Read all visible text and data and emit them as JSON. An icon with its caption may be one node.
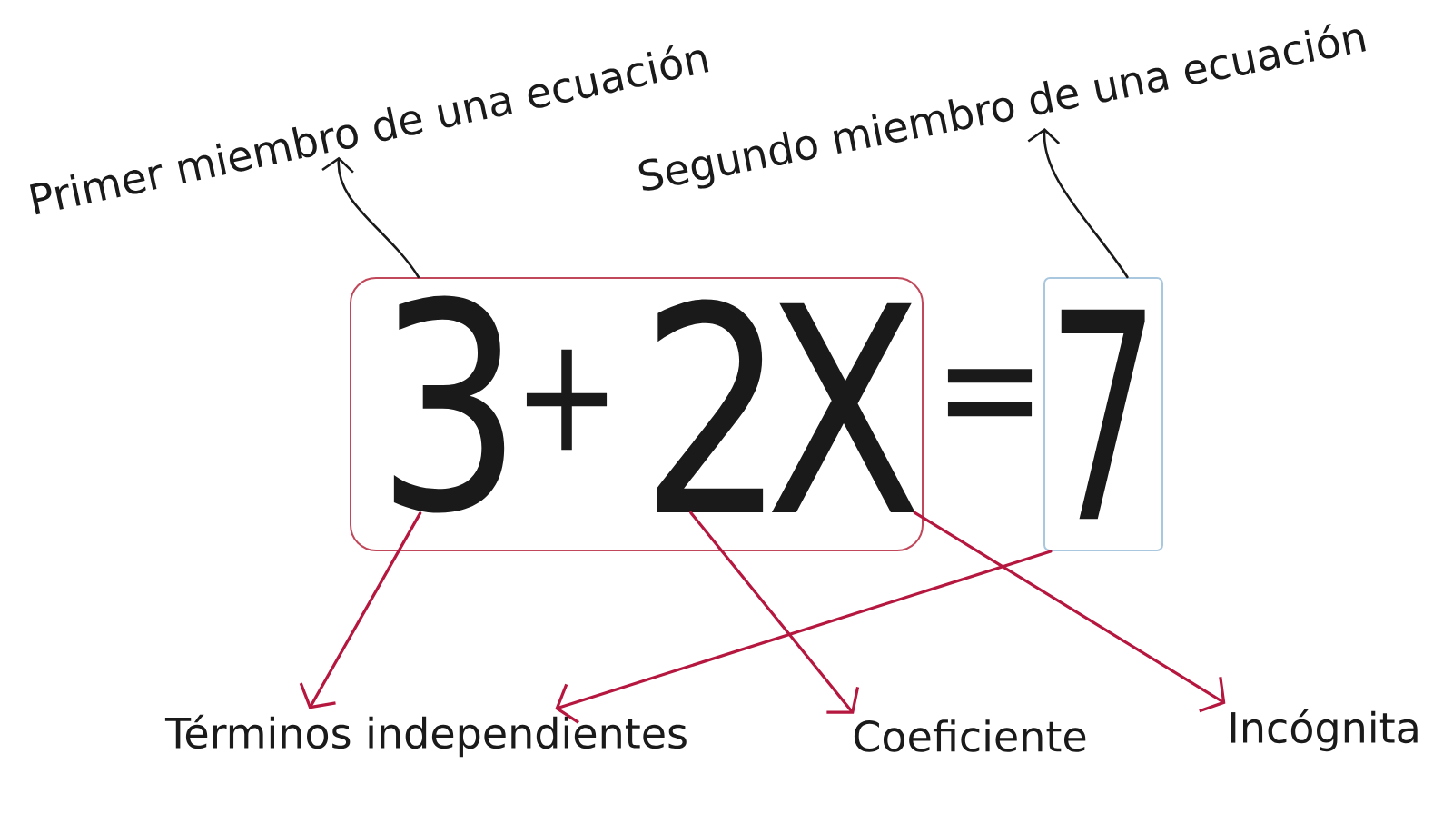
{
  "diagram": {
    "nodes": [
      {
        "text": [
          "Primer miembro de una ecuación"
        ]
      },
      {
        "text": [
          "Segundo miembro de una ecuación"
        ]
      },
      {
        "text": [],
        "shape": "box"
      },
      {
        "text": [
          "3"
        ],
        "in": 2
      },
      {
        "text": [
          "2"
        ],
        "in": 2
      },
      {
        "text": [
          "X"
        ],
        "in": 2
      },
      {
        "text": [
          "7"
        ]
      },
      {
        "text": [
          "Términos independientes"
        ]
      },
      {
        "text": [
          "Coeficiente"
        ]
      },
      {
        "text": [
          "Incógnita"
        ]
      }
    ],
    "edges": [
      {
        "from": 2,
        "to": 0,
        "arrow": "to",
        "color": "#1a1a1a"
      },
      {
        "from": 6,
        "to": 1,
        "arrow": "to",
        "color": "#1a1a1a"
      },
      {
        "from": 3,
        "to": 7,
        "arrow": "to"
      },
      {
        "from": 4,
        "to": 8,
        "arrow": "to"
      },
      {
        "from": 5,
        "to": 9,
        "arrow": "to"
      },
      {
        "from": 6,
        "to": 7,
        "arrow": "to"
      }
    ],
    "labels": [
      "+",
      "="
    ]
  }
}
